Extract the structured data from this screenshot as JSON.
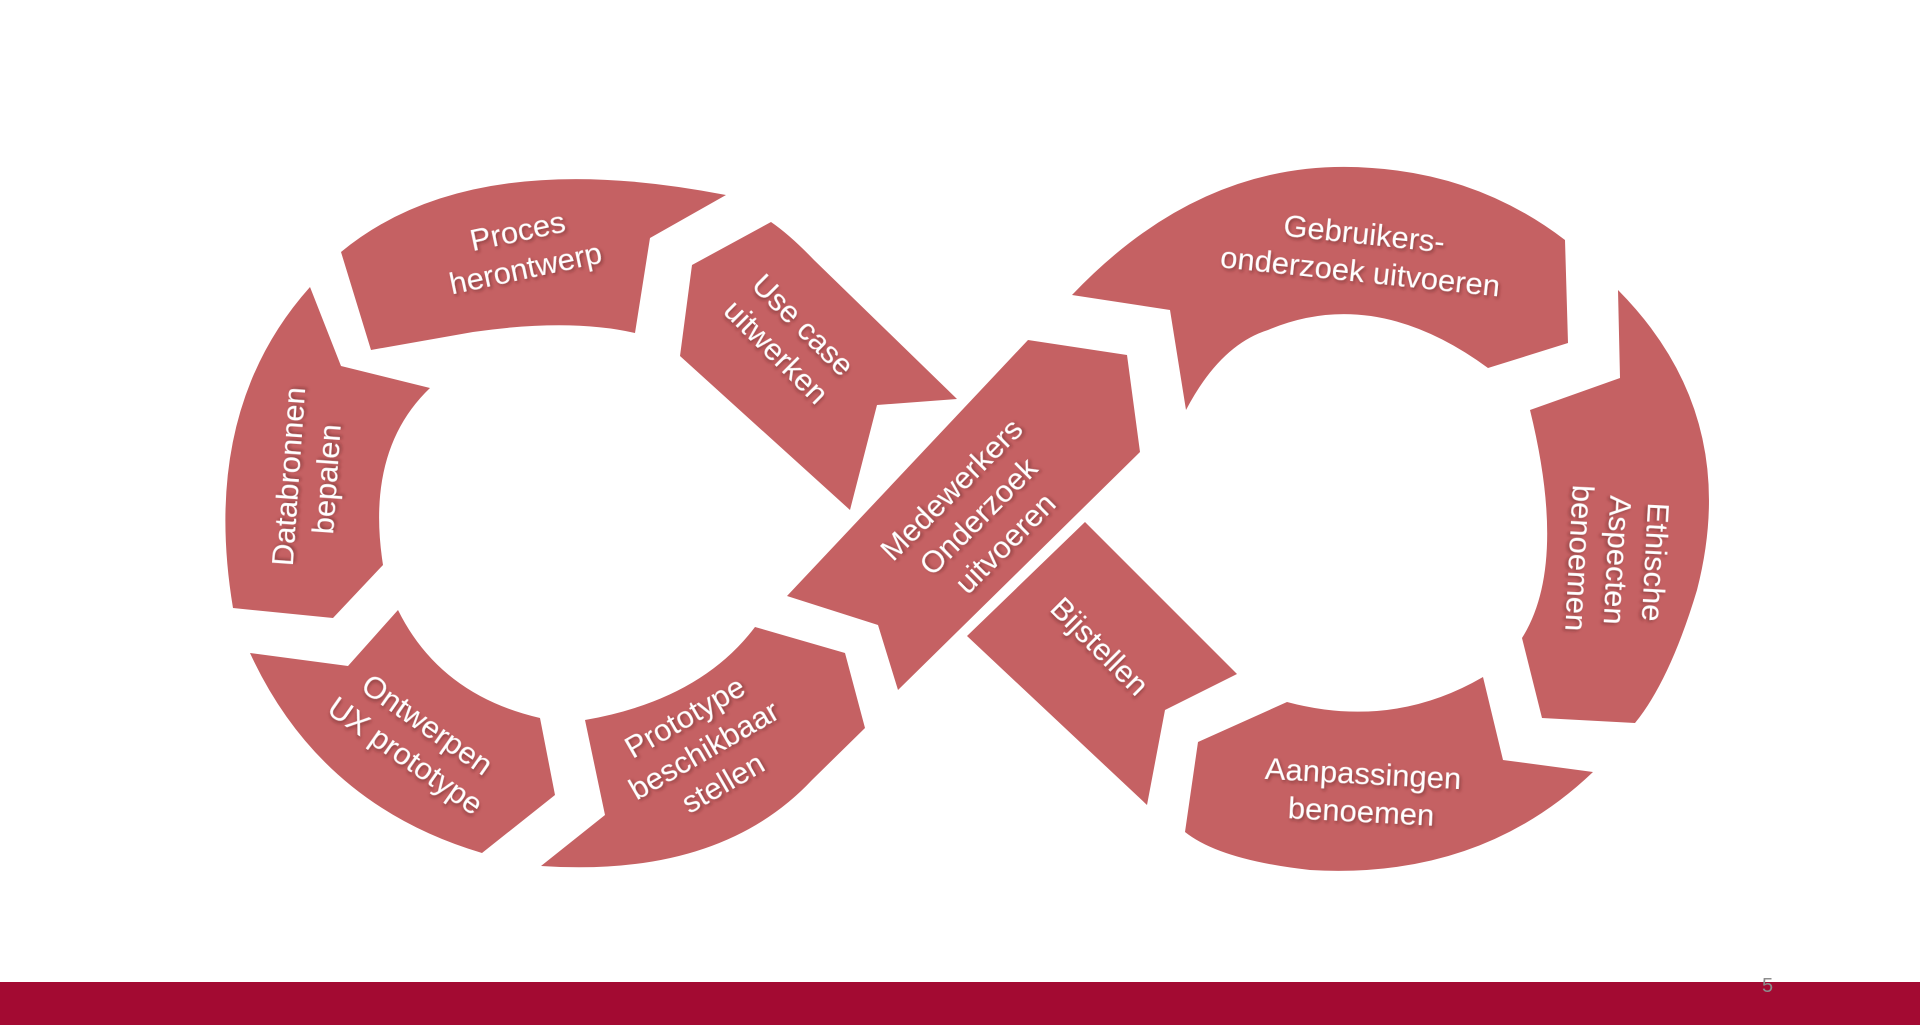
{
  "colors": {
    "segment": "#c56163",
    "footer": "#a30a32",
    "label": "#ffffff",
    "slide_number": "#8c8c8c"
  },
  "slide": {
    "number": "5"
  },
  "diagram": {
    "segments": [
      {
        "id": "proces",
        "lines": [
          "Proces",
          "herontwerp"
        ]
      },
      {
        "id": "usecase",
        "lines": [
          "Use case",
          "uitwerken"
        ]
      },
      {
        "id": "databronnen",
        "lines": [
          "Databronnen",
          "bepalen"
        ]
      },
      {
        "id": "ontwerpen",
        "lines": [
          "Ontwerpen",
          "UX prototype"
        ]
      },
      {
        "id": "prototype",
        "lines": [
          "Prototype",
          "beschikbaar",
          "stellen"
        ]
      },
      {
        "id": "medewerkers",
        "lines": [
          "Medewerkers",
          "Onderzoek",
          "uitvoeren"
        ]
      },
      {
        "id": "bijstellen",
        "lines": [
          "Bijstellen"
        ]
      },
      {
        "id": "gebruikers",
        "lines": [
          "Gebruikers-",
          "onderzoek uitvoeren"
        ]
      },
      {
        "id": "ethische",
        "lines": [
          "Ethische",
          "Aspecten",
          "benoemen"
        ]
      },
      {
        "id": "aanpassingen",
        "lines": [
          "Aanpassingen",
          "benoemen"
        ]
      }
    ]
  }
}
